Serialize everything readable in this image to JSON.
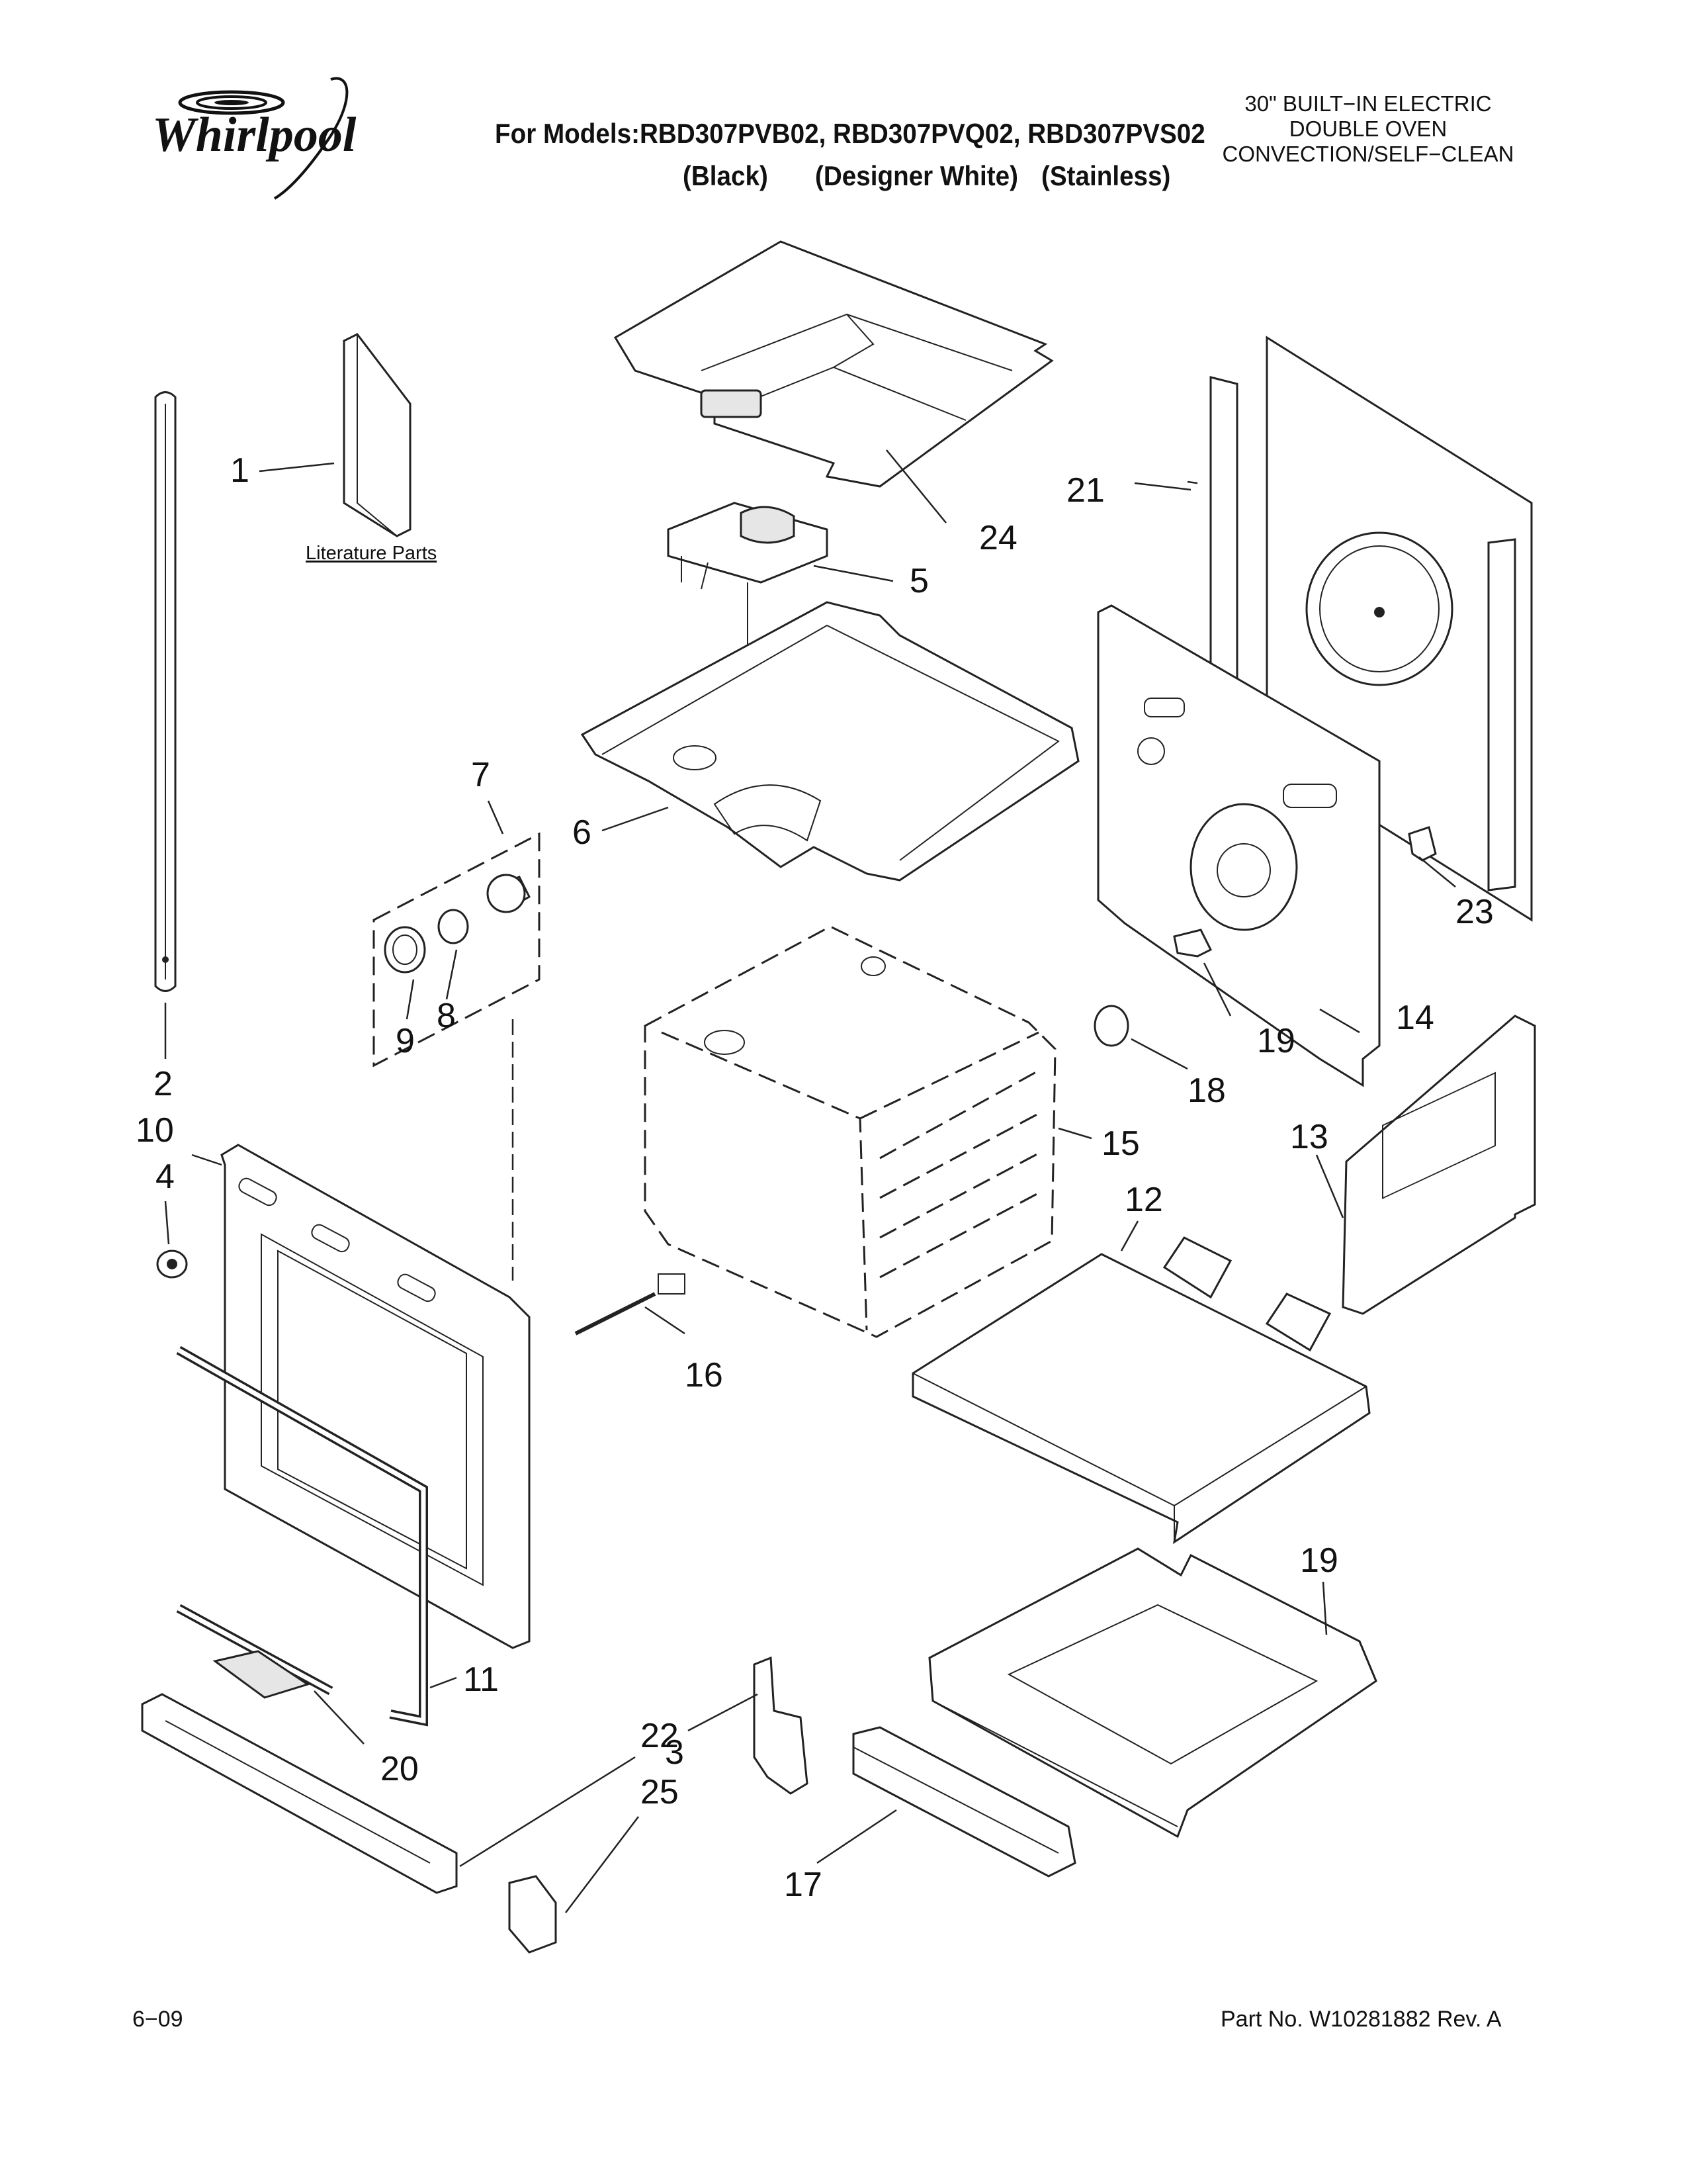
{
  "header": {
    "brand": "Whirlpool",
    "models_line": "For Models:RBD307PVB02, RBD307PVQ02, RBD307PVS02",
    "colors": [
      "(Black)",
      "(Designer White)",
      "(Stainless)"
    ],
    "product_description": [
      "30\" BUILT−IN ELECTRIC",
      "DOUBLE OVEN",
      "CONVECTION/SELF−CLEAN"
    ]
  },
  "literature_label": "Literature Parts",
  "callouts": {
    "c1": "1",
    "c2": "2",
    "c3": "3",
    "c4": "4",
    "c5": "5",
    "c6": "6",
    "c7": "7",
    "c8": "8",
    "c9": "9",
    "c10": "10",
    "c11": "11",
    "c12": "12",
    "c13": "13",
    "c14": "14",
    "c15": "15",
    "c16": "16",
    "c17": "17",
    "c18": "18",
    "c19a": "19",
    "c19b": "19",
    "c20": "20",
    "c21": "21",
    "c22": "22",
    "c23": "23",
    "c24": "24",
    "c25": "25"
  },
  "footer": {
    "date": "6−09",
    "part_number": "Part No. W10281882 Rev. A"
  }
}
